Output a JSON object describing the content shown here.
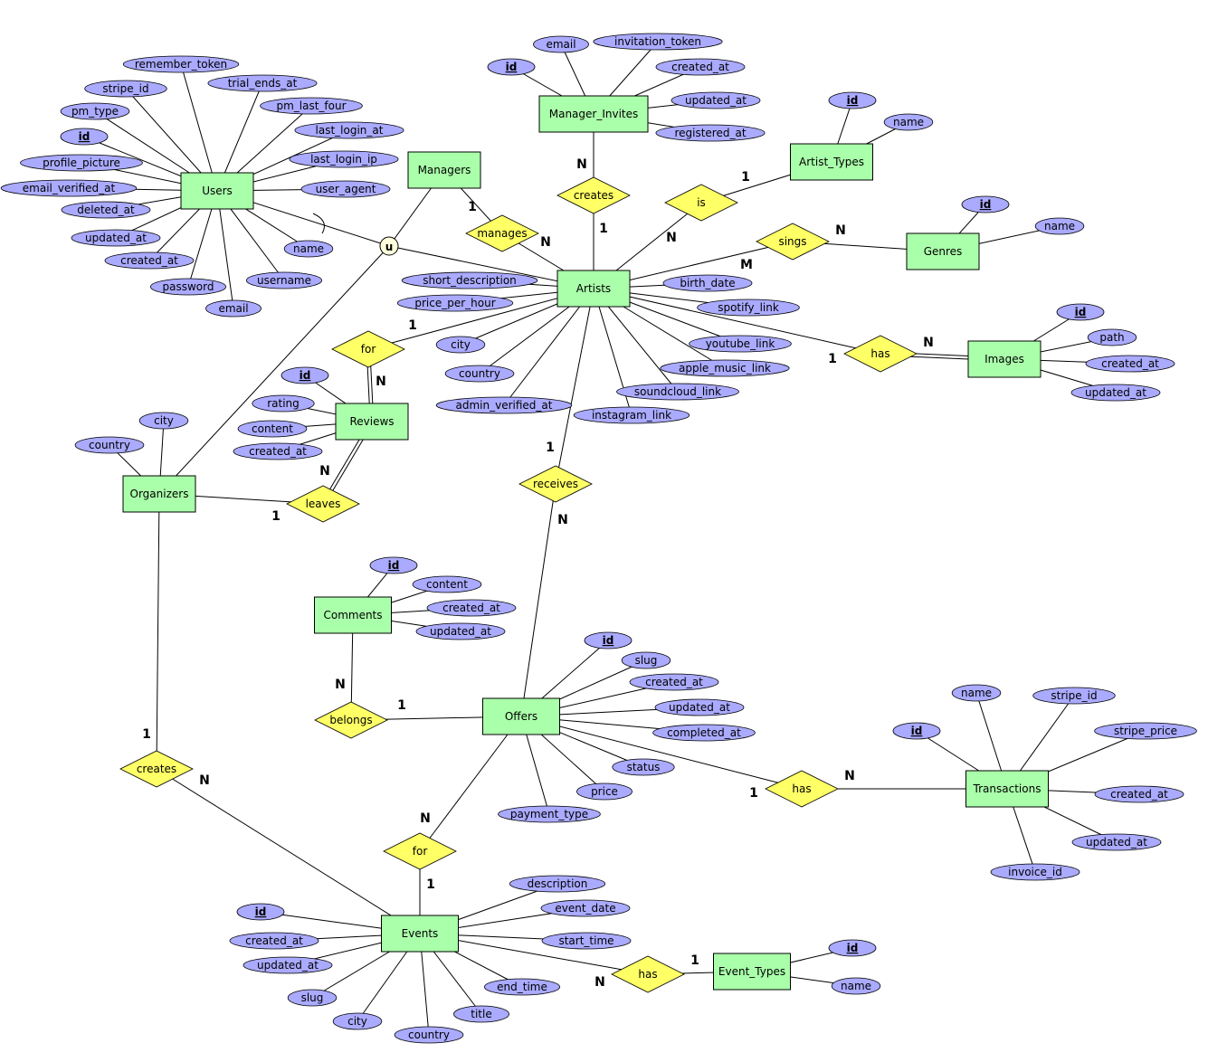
{
  "colors": {
    "entity": "#aaffaa",
    "attribute": "#aaaaff",
    "relationship": "#ffff66",
    "union": "#ffffdd"
  },
  "union_label": "u",
  "entities": [
    {
      "id": "users",
      "name": "Users",
      "attributes": [
        {
          "name": "remember_token"
        },
        {
          "name": "stripe_id"
        },
        {
          "name": "trial_ends_at"
        },
        {
          "name": "pm_type"
        },
        {
          "name": "pm_last_four"
        },
        {
          "name": "id",
          "key": true
        },
        {
          "name": "last_login_at"
        },
        {
          "name": "profile_picture"
        },
        {
          "name": "last_login_ip"
        },
        {
          "name": "email_verified_at"
        },
        {
          "name": "user_agent"
        },
        {
          "name": "deleted_at"
        },
        {
          "name": "updated_at"
        },
        {
          "name": "name"
        },
        {
          "name": "created_at"
        },
        {
          "name": "username"
        },
        {
          "name": "password"
        },
        {
          "name": "email"
        }
      ]
    },
    {
      "id": "managers",
      "name": "Managers",
      "attributes": []
    },
    {
      "id": "manager_invites",
      "name": "Manager_Invites",
      "attributes": [
        {
          "name": "email"
        },
        {
          "name": "invitation_token"
        },
        {
          "name": "id",
          "key": true
        },
        {
          "name": "created_at"
        },
        {
          "name": "updated_at"
        },
        {
          "name": "registered_at"
        }
      ]
    },
    {
      "id": "artist_types",
      "name": "Artist_Types",
      "attributes": [
        {
          "name": "id",
          "key": true
        },
        {
          "name": "name"
        }
      ]
    },
    {
      "id": "genres",
      "name": "Genres",
      "attributes": [
        {
          "name": "id",
          "key": true
        },
        {
          "name": "name"
        }
      ]
    },
    {
      "id": "artists",
      "name": "Artists",
      "attributes": [
        {
          "name": "short_description"
        },
        {
          "name": "price_per_hour"
        },
        {
          "name": "birth_date"
        },
        {
          "name": "spotify_link"
        },
        {
          "name": "city"
        },
        {
          "name": "youtube_link"
        },
        {
          "name": "country"
        },
        {
          "name": "apple_music_link"
        },
        {
          "name": "admin_verified_at"
        },
        {
          "name": "soundcloud_link"
        },
        {
          "name": "instagram_link"
        }
      ]
    },
    {
      "id": "images",
      "name": "Images",
      "attributes": [
        {
          "name": "id",
          "key": true
        },
        {
          "name": "path"
        },
        {
          "name": "created_at"
        },
        {
          "name": "updated_at"
        }
      ]
    },
    {
      "id": "reviews",
      "name": "Reviews",
      "attributes": [
        {
          "name": "id",
          "key": true
        },
        {
          "name": "rating"
        },
        {
          "name": "content"
        },
        {
          "name": "created_at"
        }
      ]
    },
    {
      "id": "organizers",
      "name": "Organizers",
      "attributes": [
        {
          "name": "city"
        },
        {
          "name": "country"
        }
      ]
    },
    {
      "id": "comments",
      "name": "Comments",
      "attributes": [
        {
          "name": "id",
          "key": true
        },
        {
          "name": "content"
        },
        {
          "name": "created_at"
        },
        {
          "name": "updated_at"
        }
      ]
    },
    {
      "id": "offers",
      "name": "Offers",
      "attributes": [
        {
          "name": "id",
          "key": true
        },
        {
          "name": "slug"
        },
        {
          "name": "created_at"
        },
        {
          "name": "updated_at"
        },
        {
          "name": "completed_at"
        },
        {
          "name": "status"
        },
        {
          "name": "price"
        },
        {
          "name": "payment_type"
        }
      ]
    },
    {
      "id": "transactions",
      "name": "Transactions",
      "attributes": [
        {
          "name": "name"
        },
        {
          "name": "stripe_id"
        },
        {
          "name": "id",
          "key": true
        },
        {
          "name": "stripe_price"
        },
        {
          "name": "created_at"
        },
        {
          "name": "updated_at"
        },
        {
          "name": "invoice_id"
        }
      ]
    },
    {
      "id": "events",
      "name": "Events",
      "attributes": [
        {
          "name": "description"
        },
        {
          "name": "event_date"
        },
        {
          "name": "id",
          "key": true
        },
        {
          "name": "start_time"
        },
        {
          "name": "created_at"
        },
        {
          "name": "updated_at"
        },
        {
          "name": "end_time"
        },
        {
          "name": "slug"
        },
        {
          "name": "title"
        },
        {
          "name": "city"
        },
        {
          "name": "country"
        }
      ]
    },
    {
      "id": "event_types",
      "name": "Event_Types",
      "attributes": [
        {
          "name": "id",
          "key": true
        },
        {
          "name": "name"
        }
      ]
    }
  ],
  "relationships": [
    {
      "id": "mi_creates",
      "label": "creates"
    },
    {
      "id": "is",
      "label": "is"
    },
    {
      "id": "manages",
      "label": "manages"
    },
    {
      "id": "sings",
      "label": "sings"
    },
    {
      "id": "has_images",
      "label": "has"
    },
    {
      "id": "for_reviews",
      "label": "for"
    },
    {
      "id": "receives",
      "label": "receives"
    },
    {
      "id": "leaves",
      "label": "leaves"
    },
    {
      "id": "belongs",
      "label": "belongs"
    },
    {
      "id": "org_creates",
      "label": "creates"
    },
    {
      "id": "has_trans",
      "label": "has"
    },
    {
      "id": "for_events",
      "label": "for"
    },
    {
      "id": "has_event_types",
      "label": "has"
    }
  ],
  "connections": [
    {
      "rel": "mi_creates",
      "entity": "manager_invites",
      "cardinality": "N"
    },
    {
      "rel": "mi_creates",
      "entity": "artists",
      "cardinality": "1"
    },
    {
      "rel": "is",
      "entity": "artist_types",
      "cardinality": "1"
    },
    {
      "rel": "is",
      "entity": "artists",
      "cardinality": "N"
    },
    {
      "rel": "manages",
      "entity": "managers",
      "cardinality": "1"
    },
    {
      "rel": "manages",
      "entity": "artists",
      "cardinality": "N"
    },
    {
      "rel": "sings",
      "entity": "genres",
      "cardinality": "N"
    },
    {
      "rel": "sings",
      "entity": "artists",
      "cardinality": "M"
    },
    {
      "rel": "has_images",
      "entity": "images",
      "cardinality": "N",
      "double": true
    },
    {
      "rel": "has_images",
      "entity": "artists",
      "cardinality": "1"
    },
    {
      "rel": "for_reviews",
      "entity": "artists",
      "cardinality": "1"
    },
    {
      "rel": "for_reviews",
      "entity": "reviews",
      "cardinality": "N",
      "double": true
    },
    {
      "rel": "leaves",
      "entity": "reviews",
      "cardinality": "N",
      "double": true
    },
    {
      "rel": "leaves",
      "entity": "organizers",
      "cardinality": "1"
    },
    {
      "rel": "receives",
      "entity": "artists",
      "cardinality": "1"
    },
    {
      "rel": "receives",
      "entity": "offers",
      "cardinality": "N"
    },
    {
      "rel": "belongs",
      "entity": "comments",
      "cardinality": "N"
    },
    {
      "rel": "belongs",
      "entity": "offers",
      "cardinality": "1"
    },
    {
      "rel": "org_creates",
      "entity": "organizers",
      "cardinality": "1"
    },
    {
      "rel": "org_creates",
      "entity": "events",
      "cardinality": "N"
    },
    {
      "rel": "has_trans",
      "entity": "offers",
      "cardinality": "1"
    },
    {
      "rel": "has_trans",
      "entity": "transactions",
      "cardinality": "N"
    },
    {
      "rel": "for_events",
      "entity": "offers",
      "cardinality": "N"
    },
    {
      "rel": "for_events",
      "entity": "events",
      "cardinality": "1"
    },
    {
      "rel": "has_event_types",
      "entity": "event_types",
      "cardinality": "1"
    },
    {
      "rel": "has_event_types",
      "entity": "events",
      "cardinality": "N"
    }
  ]
}
